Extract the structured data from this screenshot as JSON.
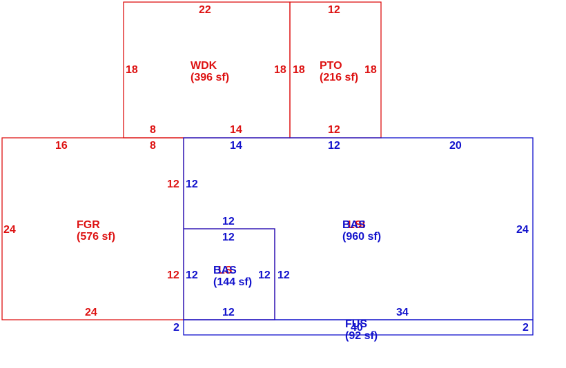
{
  "colors": {
    "red": "#dd1111",
    "blue": "#1111cc"
  },
  "areas": {
    "wdk": {
      "code": "WDK",
      "area": "(396 sf)"
    },
    "pto": {
      "code": "PTO",
      "area": "(216 sf)"
    },
    "fgr": {
      "code": "FGR",
      "area": "(576 sf)"
    },
    "bas_main": {
      "code_blue": "BAS",
      "code_red": "LSI",
      "area": "(960 sf)"
    },
    "bas_small": {
      "code_blue": "BAS",
      "code_red": "LS",
      "area": "(144 sf)"
    },
    "fus": {
      "code": "FUS",
      "overlap_num": "40",
      "area": "(92 sf)"
    }
  },
  "dims": {
    "wdk_top": "22",
    "wdk_left": "18",
    "wdk_right": "18",
    "wdk_bottom_a": "8",
    "wdk_bottom_b": "14",
    "pto_top": "12",
    "pto_left": "18",
    "pto_right": "18",
    "pto_bottom": "12",
    "fgr_top_a": "16",
    "fgr_top_b": "8",
    "fgr_left": "24",
    "fgr_right_upper": "12",
    "fgr_right_lower": "12",
    "fgr_bottom": "24",
    "bas_top_14": "14",
    "bas_top_12": "12",
    "bas_top_20": "20",
    "bas_left_upper": "12",
    "bas_right": "24",
    "bas_bottom": "34",
    "small_top_outer": "12",
    "small_top_inner": "12",
    "small_left": "12",
    "small_right_inner": "12",
    "small_right_outer": "12",
    "small_bottom": "12",
    "fus_left": "2",
    "fus_right": "2"
  }
}
